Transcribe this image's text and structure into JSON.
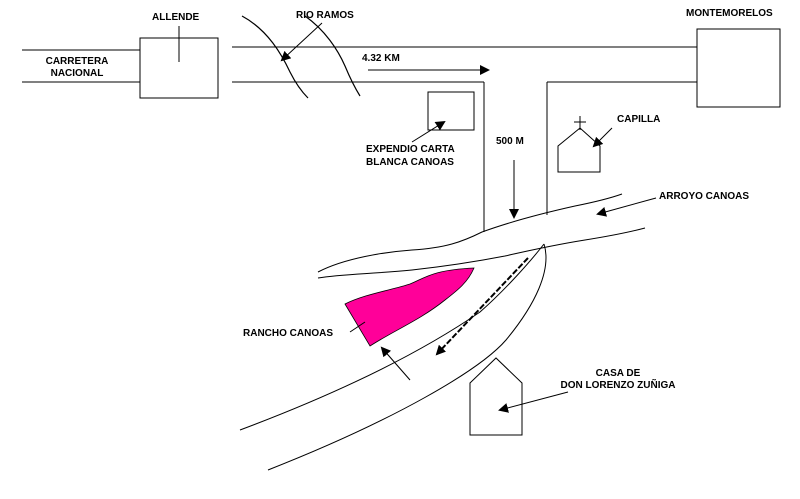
{
  "labels": {
    "allende": "ALLENDE",
    "rio_ramos": "RIO RAMOS",
    "montemorelos": "MONTEMORELOS",
    "carretera_1": "CARRETERA",
    "carretera_2": "NACIONAL",
    "distance": "4.32 KM",
    "expendio_1": "EXPENDIO CARTA",
    "expendio_2": "BLANCA CANOAS",
    "distance_500": "500 M",
    "capilla": "CAPILLA",
    "arroyo": "ARROYO CANOAS",
    "rancho": "RANCHO CANOAS",
    "casa_1": "CASA DE",
    "casa_2": "DON LORENZO ZUÑIGA"
  },
  "colors": {
    "ink": "#000000",
    "rancho_fill": "#ff0099",
    "background": "#ffffff"
  },
  "icons": {
    "capilla": "church-cross-icon",
    "casa": "house-icon",
    "expendio": "store-box-icon"
  }
}
